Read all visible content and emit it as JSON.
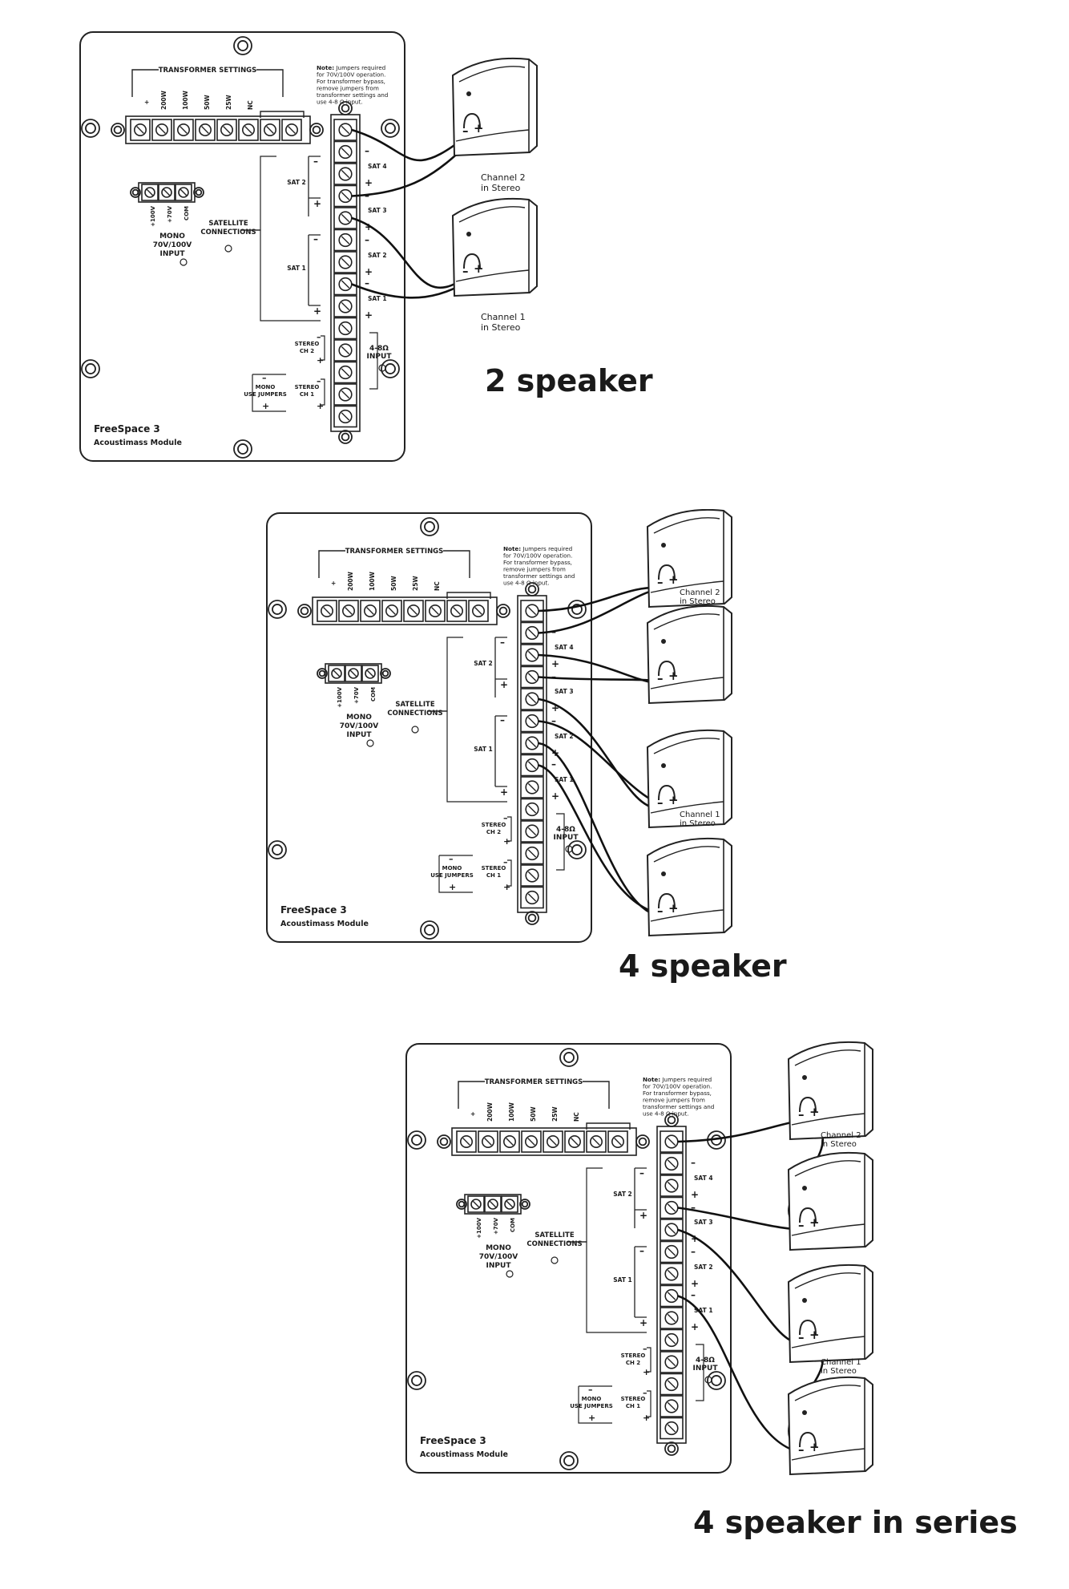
{
  "module": {
    "transformer_settings_label": "TRANSFORMER SETTINGS",
    "note_bold": "Note:",
    "note_lines": [
      "Jumpers required",
      "for 70V/100V operation.",
      "For transformer bypass,",
      "remove jumpers from",
      "transformer settings and",
      "use 4-8 Ω input."
    ],
    "tap_labels": [
      "+",
      "200W",
      "100W",
      "50W",
      "25W",
      "NC"
    ],
    "mono_taps": [
      "+100V",
      "+70V",
      "COM"
    ],
    "mono_input_label": [
      "MONO",
      "70V/100V",
      "INPUT"
    ],
    "satellite_label": [
      "SATELLITE",
      "CONNECTIONS"
    ],
    "sat_labels": {
      "sat1": "SAT 1",
      "sat2": "SAT 2",
      "sat3": "SAT 3",
      "sat4": "SAT 4"
    },
    "plus": "+",
    "minus": "–",
    "stereo_ch2": [
      "STEREO",
      "CH 2"
    ],
    "stereo_ch1": [
      "STEREO",
      "CH 1"
    ],
    "mono_use_jumpers": [
      "MONO",
      "USE JUMPERS"
    ],
    "input_48": [
      "4-8Ω",
      "INPUT"
    ],
    "product_name": "FreeSpace 3",
    "product_sub": "Acoustimass Module"
  },
  "speakers": {
    "channel2": [
      "Channel 2",
      "in Stereo"
    ],
    "channel1": [
      "Channel 1",
      "in Stereo"
    ]
  },
  "diagrams": [
    {
      "caption": "2 speaker",
      "speaker_count": 2
    },
    {
      "caption": "4 speaker",
      "speaker_count": 4
    },
    {
      "caption": "4 speaker in series",
      "speaker_count": 4
    }
  ]
}
